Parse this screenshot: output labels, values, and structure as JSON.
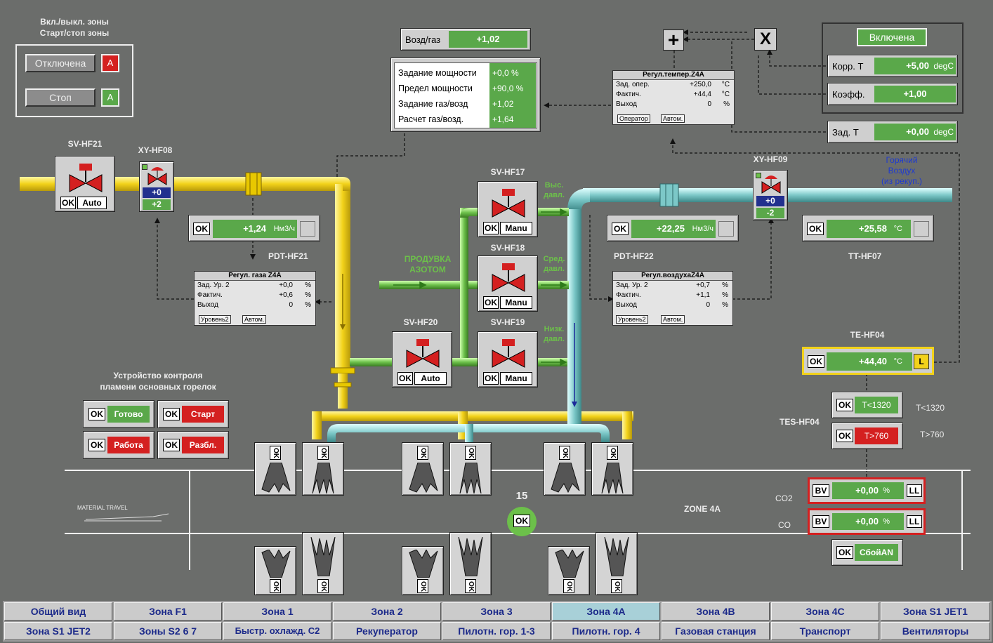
{
  "zone_control": {
    "title1": "Вкл./выкл. зоны",
    "title2": "Старт/стоп зоны",
    "state_label": "Отключена",
    "state_mode": "A",
    "run_label": "Стоп",
    "run_mode": "A"
  },
  "ratio": {
    "label": "Возд/газ",
    "value": "+1,02"
  },
  "power_table": {
    "rows": [
      {
        "label": "Задание мощности",
        "value": "+0,0 %"
      },
      {
        "label": "Предел мощности",
        "value": "+90,0 %"
      },
      {
        "label": "Задание газ/возд",
        "value": "+1,02"
      },
      {
        "label": "Расчет газ/возд.",
        "value": "+1,64"
      }
    ]
  },
  "temp_regulator": {
    "title": "Регул.темпер.Z4A",
    "rows": [
      {
        "label": "Зад. опер.",
        "value": "+250,0",
        "unit": "°C"
      },
      {
        "label": "Фактич.",
        "value": "+44,4",
        "unit": "°C"
      },
      {
        "label": "Выход",
        "value": "0",
        "unit": "%"
      }
    ],
    "btn1": "Оператор",
    "btn2": "Автом."
  },
  "operators": {
    "plus": "+",
    "mult": "X"
  },
  "zone_status": "Включена",
  "corr_t": {
    "label": "Корр. Т",
    "value": "+5,00",
    "unit": "degC"
  },
  "coeff": {
    "label": "Коэфф.",
    "value": "+1,00"
  },
  "zad_t": {
    "label": "Зад. Т",
    "value": "+0,00",
    "unit": "degC"
  },
  "hot_air": {
    "l1": "Горячий",
    "l2": "Воздух",
    "l3": "(из рекуп.)"
  },
  "sv_hf21": {
    "tag": "SV-HF21",
    "ok": "OK",
    "mode": "Auto"
  },
  "xy_hf08": {
    "tag": "XY-HF08",
    "v1": "+0",
    "v2": "+2"
  },
  "gas_flow": {
    "ok": "OK",
    "value": "+1,24",
    "unit": "Нм3/ч",
    "tag": "PDT-HF21"
  },
  "gas_regulator": {
    "title": "Регул. газа Z4A",
    "rows": [
      {
        "label": "Зад. Ур. 2",
        "value": "+0,0",
        "unit": "%"
      },
      {
        "label": "Фактич.",
        "value": "+0,6",
        "unit": "%"
      },
      {
        "label": "Выход",
        "value": "0",
        "unit": "%"
      }
    ],
    "btn1": "Уровень2",
    "btn2": "Автом."
  },
  "sv_hf17": {
    "tag": "SV-HF17",
    "ok": "OK",
    "mode": "Manu",
    "side": "Выс. давл."
  },
  "sv_hf18": {
    "tag": "SV-HF18",
    "ok": "OK",
    "mode": "Manu",
    "side": "Сред. давл."
  },
  "sv_hf19": {
    "tag": "SV-HF19",
    "ok": "OK",
    "mode": "Manu",
    "side": "Низк. давл."
  },
  "sv_hf20": {
    "tag": "SV-HF20",
    "ok": "OK",
    "mode": "Auto"
  },
  "nitrogen": {
    "l1": "ПРОДУВКА",
    "l2": "АЗОТОМ"
  },
  "air_flow": {
    "ok": "OK",
    "value": "+22,25",
    "unit": "Нм3/ч",
    "tag": "PDT-HF22"
  },
  "air_regulator": {
    "title": "Регул.воздухаZ4A",
    "rows": [
      {
        "label": "Зад. Ур. 2",
        "value": "+0,7",
        "unit": "%"
      },
      {
        "label": "Фактич.",
        "value": "+1,1",
        "unit": "%"
      },
      {
        "label": "Выход",
        "value": "0",
        "unit": "%"
      }
    ],
    "btn1": "Уровень2",
    "btn2": "Автом."
  },
  "xy_hf09": {
    "tag": "XY-HF09",
    "v1": "+0",
    "v2": "-2"
  },
  "tt_hf07": {
    "ok": "OK",
    "value": "+25,58",
    "unit": "°C",
    "tag": "TT-HF07"
  },
  "te_hf04": {
    "tag": "TE-HF04",
    "ok": "OK",
    "value": "+44,40",
    "unit": "°C",
    "flag": "L"
  },
  "tes": {
    "tag": "TES-HF04",
    "r1_ok": "OK",
    "r1": "T<1320",
    "r1_side": "T<1320",
    "r2_ok": "OK",
    "r2": "T>760",
    "r2_side": "T>760"
  },
  "flame": {
    "title1": "Устройство контроля",
    "title2": "пламени основных горелок",
    "ok": "OK",
    "b1": "Готово",
    "b2": "Старт",
    "b3": "Работа",
    "b4": "Разбл."
  },
  "burner_ok": "OK",
  "burner_count": "15",
  "burner_status": "OK",
  "material_travel": "MATERIAL TRAVEL",
  "zone_label": "ZONE 4A",
  "co2": {
    "label": "CO2",
    "bv": "BV",
    "value": "+0,00",
    "unit": "%",
    "flag": "LL"
  },
  "co": {
    "label": "CO",
    "bv": "BV",
    "value": "+0,00",
    "unit": "%",
    "flag": "LL"
  },
  "fault": {
    "ok": "OK",
    "label": "СбойAN"
  },
  "tabs_row1": [
    "Общий вид",
    "Зона F1",
    "Зона 1",
    "Зона 2",
    "Зона 3",
    "Зона 4A",
    "Зона 4B",
    "Зона 4C",
    "Зона S1 JET1"
  ],
  "tabs_row2": [
    "Зона S1 JET2",
    "Зоны S2 6 7",
    "Быстр. охлажд. С2",
    "Рекуператор",
    "Пилотн. гор. 1-3",
    "Пилотн. гор. 4",
    "Газовая станция",
    "Транспорт",
    "Вентиляторы"
  ],
  "active_tab": "Зона 4A",
  "colors": {
    "gas": "#f2d21a",
    "air": "#7cc8c8",
    "nitrogen": "#6cc04a",
    "field": "#5aa84a",
    "alarm": "#d42020"
  }
}
